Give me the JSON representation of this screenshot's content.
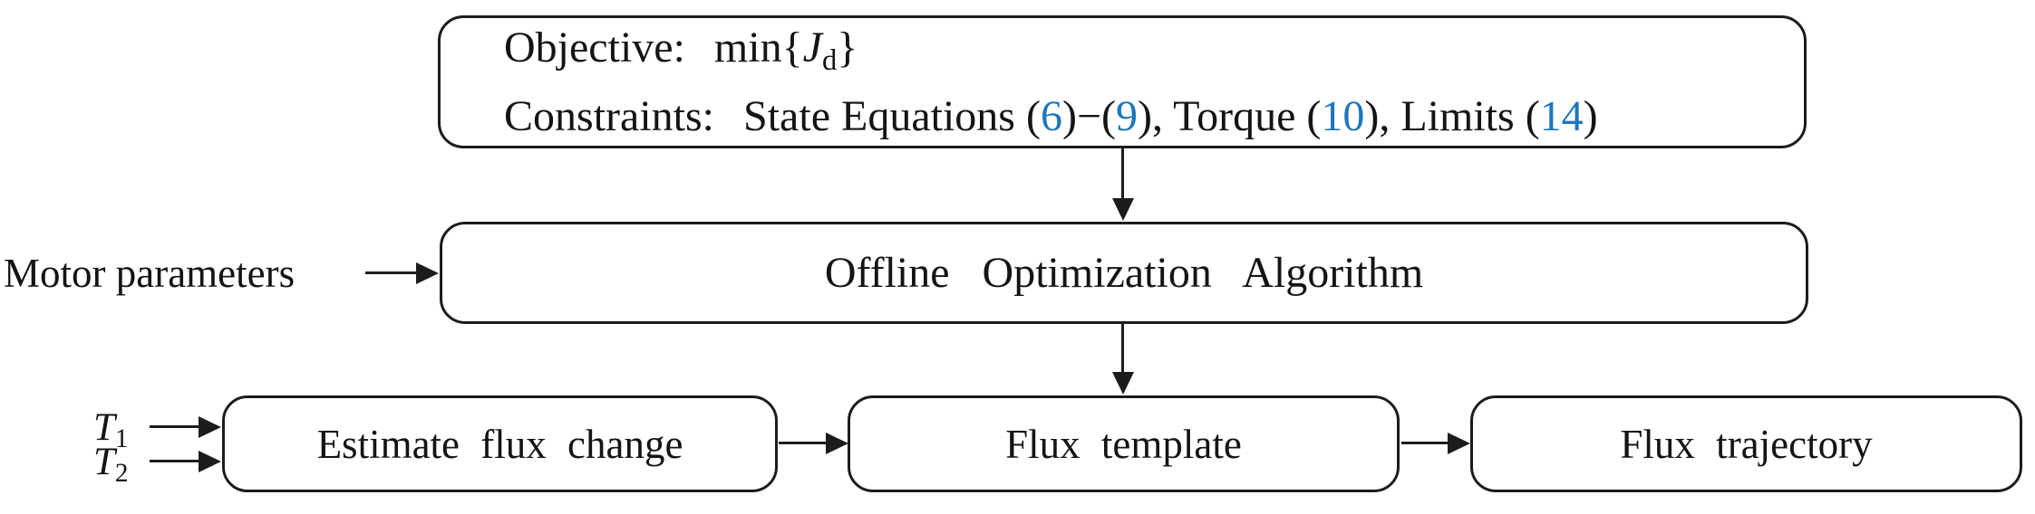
{
  "colors": {
    "stroke": "#1c1c1c",
    "text": "#141414",
    "reference_blue": "#1d76bc",
    "background": "#ffffff"
  },
  "top_box": {
    "objective_label": "Objective:",
    "objective_min": "min{",
    "objective_var": "J",
    "objective_var_sub": "d",
    "objective_close": "}",
    "constraints_label": "Constraints:",
    "constraints_seg1": "State Equations (",
    "constraints_ref1": "6",
    "constraints_seg2": ")−(",
    "constraints_ref2": "9",
    "constraints_seg3": "), Torque (",
    "constraints_ref3": "10",
    "constraints_seg4": "), Limits (",
    "constraints_ref4": "14",
    "constraints_seg5": ")"
  },
  "middle_box": {
    "label": "Offline Optimization Algorithm"
  },
  "inputs": {
    "motor_parameters_label": "Motor parameters",
    "t1_base": "T",
    "t1_sub": "1",
    "t2_base": "T",
    "t2_sub": "2"
  },
  "bottom_boxes": {
    "estimate_label": "Estimate flux change",
    "template_label": "Flux template",
    "trajectory_label": "Flux trajectory"
  }
}
